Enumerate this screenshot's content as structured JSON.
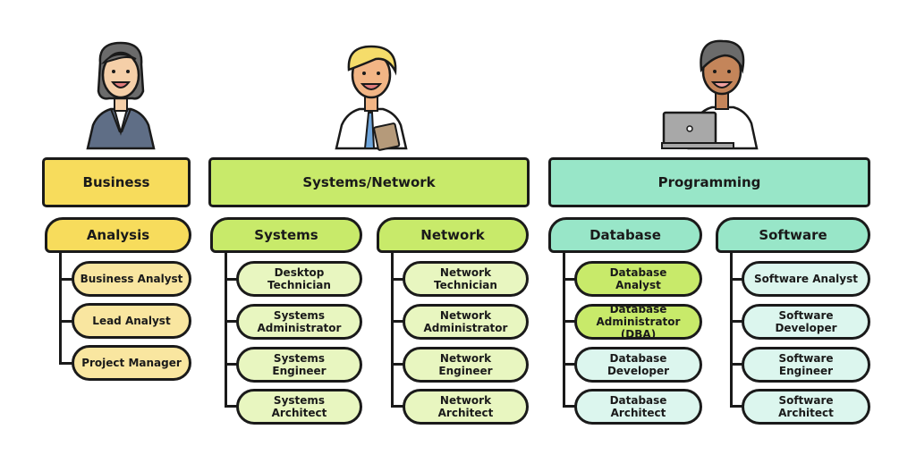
{
  "colors": {
    "business": "#f7dc5c",
    "business_light": "#f9e6a0",
    "systems_network": "#c8ea6a",
    "systems_network_light": "#e8f6c0",
    "programming": "#98e6c8",
    "programming_light": "#dcf6ee",
    "highlight": "#c8ea6a",
    "outline": "#1a1a1a"
  },
  "characters": [
    {
      "name": "businesswoman",
      "description": "woman in grey suit"
    },
    {
      "name": "technician",
      "description": "blond man with lab coat, tie and clipboard"
    },
    {
      "name": "programmer",
      "description": "man with laptop"
    }
  ],
  "categories": [
    {
      "label": "Business",
      "groups": [
        {
          "label": "Analysis",
          "roles": [
            "Business Analyst",
            "Lead Analyst",
            "Project Manager"
          ]
        }
      ]
    },
    {
      "label": "Systems/Network",
      "groups": [
        {
          "label": "Systems",
          "roles": [
            "Desktop\nTechnician",
            "Systems\nAdministrator",
            "Systems\nEngineer",
            "Systems\nArchitect"
          ]
        },
        {
          "label": "Network",
          "roles": [
            "Network\nTechnician",
            "Network\nAdministrator",
            "Network\nEngineer",
            "Network\nArchitect"
          ]
        }
      ]
    },
    {
      "label": "Programming",
      "groups": [
        {
          "label": "Database",
          "roles": [
            "Database\nAnalyst",
            "Database\nAdministrator (DBA)",
            "Database\nDeveloper",
            "Database\nArchitect"
          ],
          "highlighted_roles": [
            0,
            1
          ]
        },
        {
          "label": "Software",
          "roles": [
            "Software Analyst",
            "Software\nDeveloper",
            "Software\nEngineer",
            "Software\nArchitect"
          ]
        }
      ]
    }
  ]
}
